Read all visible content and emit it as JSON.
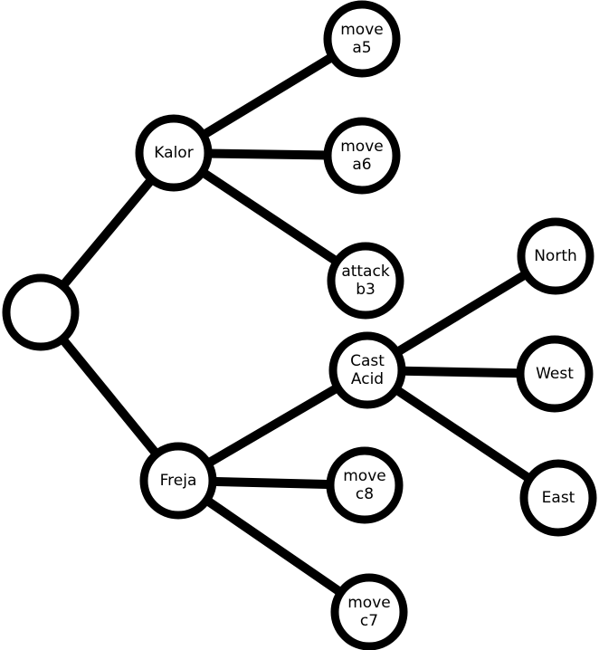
{
  "colors": {
    "stroke": "#000000",
    "fill": "#ffffff",
    "text": "#000000"
  },
  "nodes": [
    {
      "id": "root",
      "lines": []
    },
    {
      "id": "kalor",
      "lines": [
        "Kalor"
      ]
    },
    {
      "id": "freja",
      "lines": [
        "Freja"
      ]
    },
    {
      "id": "move-a5",
      "lines": [
        "move",
        "a5"
      ]
    },
    {
      "id": "move-a6",
      "lines": [
        "move",
        "a6"
      ]
    },
    {
      "id": "attack-b3",
      "lines": [
        "attack",
        "b3"
      ]
    },
    {
      "id": "cast-acid",
      "lines": [
        "Cast",
        "Acid"
      ]
    },
    {
      "id": "move-c8",
      "lines": [
        "move",
        "c8"
      ]
    },
    {
      "id": "move-c7",
      "lines": [
        "move",
        "c7"
      ]
    },
    {
      "id": "north",
      "lines": [
        "North"
      ]
    },
    {
      "id": "west",
      "lines": [
        "West"
      ]
    },
    {
      "id": "east",
      "lines": [
        "East"
      ]
    }
  ],
  "edges": [
    [
      "root",
      "kalor"
    ],
    [
      "root",
      "freja"
    ],
    [
      "kalor",
      "move-a5"
    ],
    [
      "kalor",
      "move-a6"
    ],
    [
      "kalor",
      "attack-b3"
    ],
    [
      "freja",
      "cast-acid"
    ],
    [
      "freja",
      "move-c8"
    ],
    [
      "freja",
      "move-c7"
    ],
    [
      "cast-acid",
      "north"
    ],
    [
      "cast-acid",
      "west"
    ],
    [
      "cast-acid",
      "east"
    ]
  ]
}
